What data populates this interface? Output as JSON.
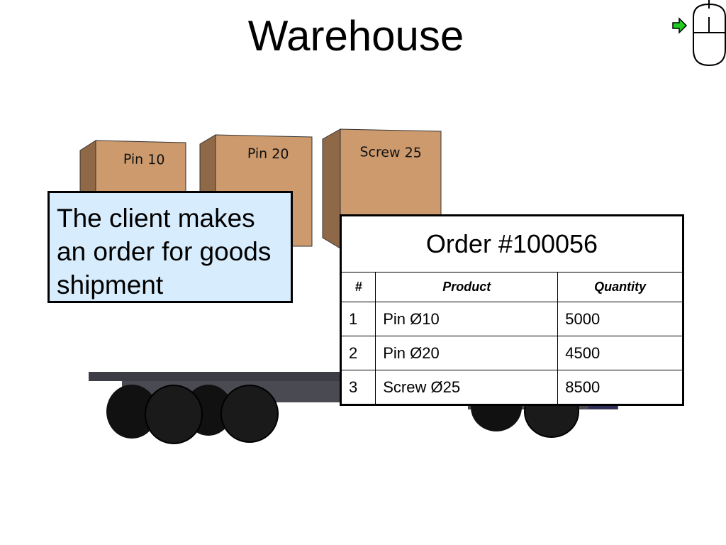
{
  "slide": {
    "title": "Warehouse"
  },
  "boxes": [
    {
      "label": "Pin 10"
    },
    {
      "label": "Pin 20"
    },
    {
      "label": "Screw 25"
    }
  ],
  "callout": {
    "text": "The client makes an order for goods shipment",
    "background": "#d7ecfc"
  },
  "order": {
    "title": "Order #100056",
    "columns": [
      "#",
      "Product",
      "Quantity"
    ],
    "rows": [
      {
        "num": "1",
        "product": "Pin Ø10",
        "quantity": "5000"
      },
      {
        "num": "2",
        "product": "Pin Ø20",
        "quantity": "4500"
      },
      {
        "num": "3",
        "product": "Screw Ø25",
        "quantity": "8500"
      }
    ]
  },
  "nav": {
    "icon": "mouse-icon",
    "arrow_icon": "arrow-right-icon",
    "arrow_color": "#22cc22"
  },
  "colors": {
    "box_front": "#cd9a6e",
    "box_side": "#8f6848",
    "box_top": "#b8875f",
    "truck_deck": "#3d3d45",
    "wheel": "#1a1a1a"
  }
}
